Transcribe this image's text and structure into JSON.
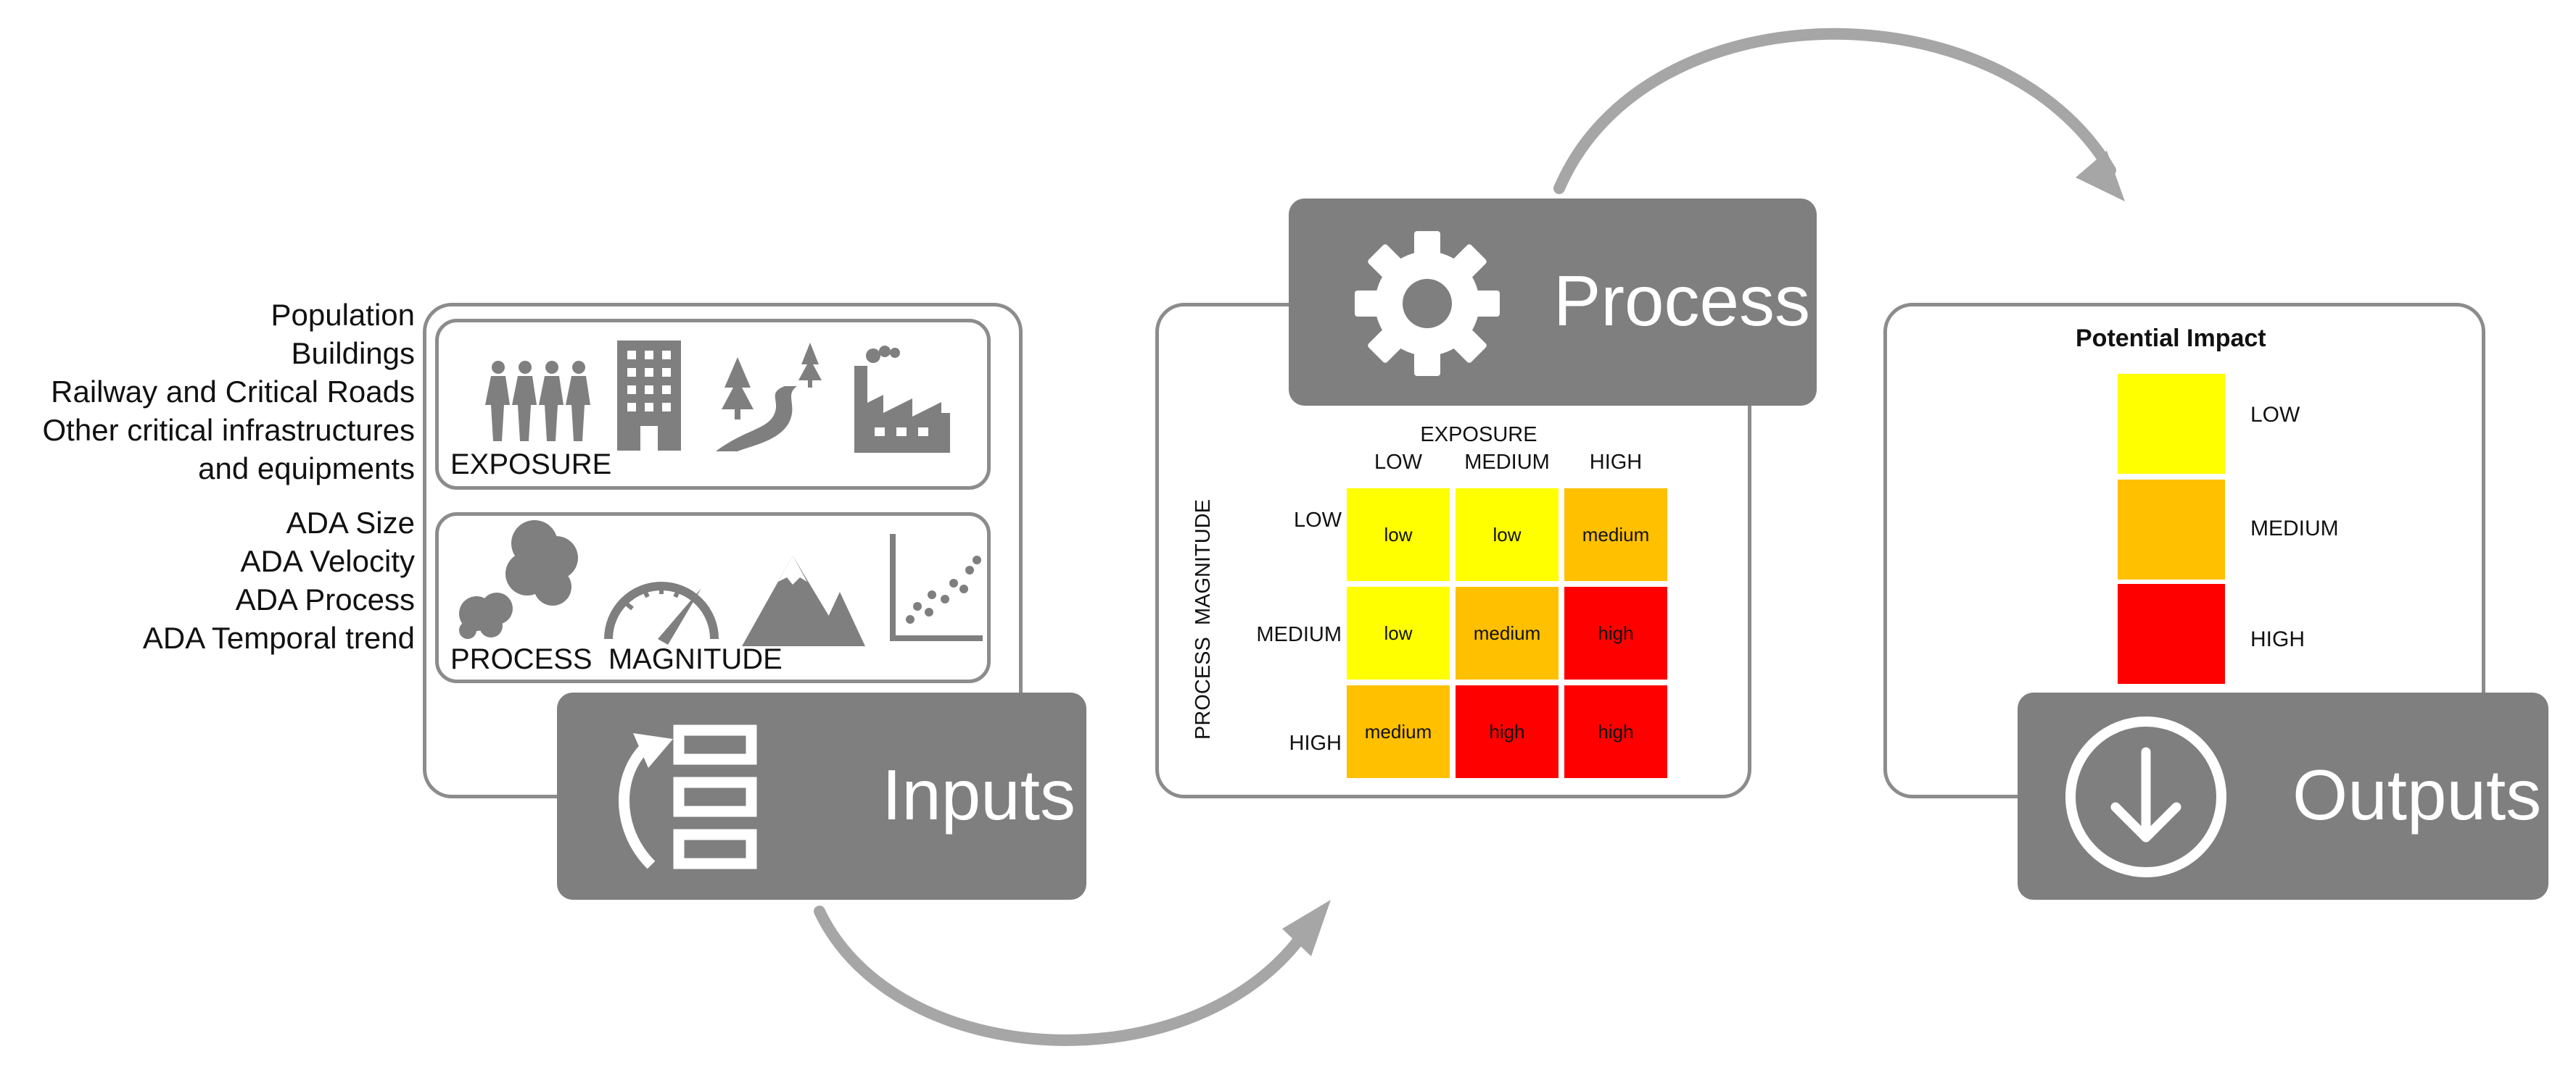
{
  "inputs": {
    "tile_label": "Inputs",
    "exposure_items": [
      "Population",
      "Buildings",
      "Railway and Critical Roads",
      "Other critical infrastructures",
      "and equipments"
    ],
    "exposure_label": "EXPOSURE",
    "magnitude_items": [
      "ADA Size",
      "ADA Velocity",
      "ADA Process",
      "ADA Temporal trend"
    ],
    "magnitude_label": "PROCESS  MAGNITUDE"
  },
  "process": {
    "tile_label": "Process",
    "matrix": {
      "col_axis_title": "EXPOSURE",
      "col_headers": [
        "LOW",
        "MEDIUM",
        "HIGH"
      ],
      "row_axis_title": "PROCESS  MAGNITUDE",
      "row_headers": [
        "LOW",
        "MEDIUM",
        "HIGH"
      ],
      "cells": [
        [
          "low",
          "low",
          "medium"
        ],
        [
          "low",
          "medium",
          "high"
        ],
        [
          "medium",
          "high",
          "high"
        ]
      ]
    }
  },
  "outputs": {
    "tile_label": "Outputs",
    "legend_title": "Potential Impact",
    "legend": [
      {
        "label": "LOW",
        "color": "#ffff00"
      },
      {
        "label": "MEDIUM",
        "color": "#ffc000"
      },
      {
        "label": "HIGH",
        "color": "#ff0000"
      }
    ]
  },
  "colors": {
    "low": "#ffff00",
    "medium": "#ffc000",
    "high": "#ff0000",
    "tile": "#7f7f7f",
    "arrow": "#a6a6a6"
  },
  "icons": [
    "people-icon",
    "building-icon",
    "road-trees-icon",
    "factory-icon",
    "clouds-icon",
    "speedometer-icon",
    "mountain-icon",
    "scatter-plot-icon",
    "gear-icon",
    "input-form-icon",
    "download-circle-icon"
  ]
}
